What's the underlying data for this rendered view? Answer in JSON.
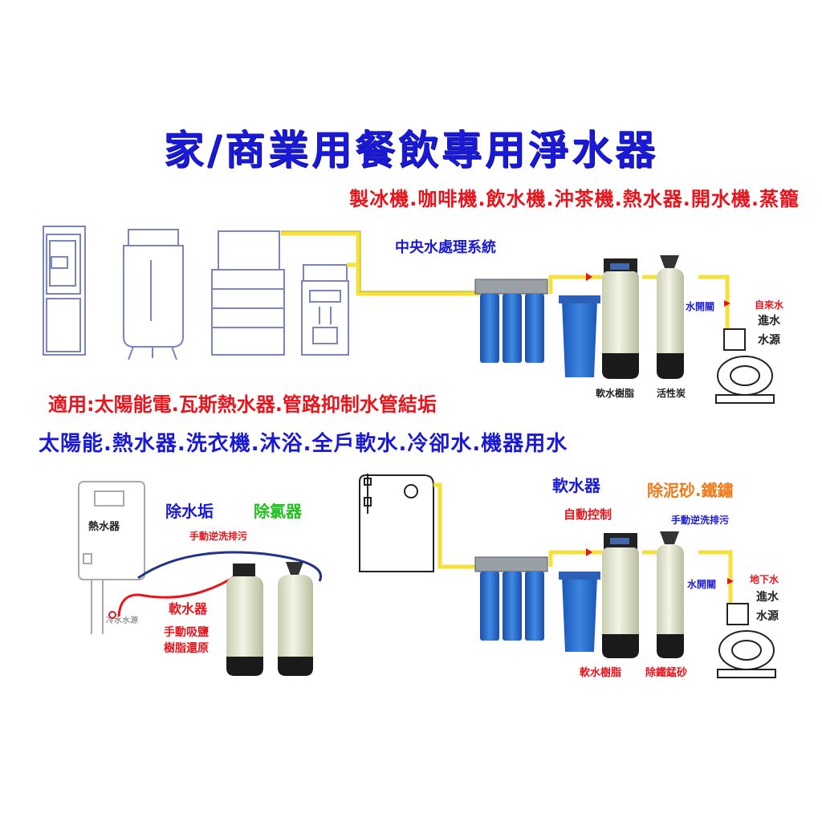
{
  "title": "家/商業用餐飲專用淨水器",
  "subtitle": "製冰機.咖啡機.飲水機.沖茶機.熱水器.開水機.蒸籠",
  "usage": "適用:太陽能電.瓦斯熱水器.管路抑制水管結垢",
  "scope": "太陽能.熱水器.洗衣機.沐浴.全戶軟水.冷卻水.機器用水",
  "central_system": {
    "title": "中央水處理系統",
    "tank_labels": [
      "軟水樹脂",
      "活性炭"
    ],
    "valve_label": "水開關",
    "source_label": "自來水",
    "inlet_lines": [
      "進水",
      "水源"
    ]
  },
  "heater_system": {
    "heater_label": "熱水器",
    "cold_water_label": "冷水水源",
    "descale_label": "除水垢",
    "dechlor_label": "除氯器",
    "manual_backwash": "手動逆洗排污",
    "softener_label": "軟水器",
    "regen_lines": [
      "手動吸鹽",
      "樹脂還原"
    ]
  },
  "groundwater_system": {
    "softener_label": "軟水器",
    "auto_control": "自動控制",
    "sediment_label": "除泥砂.鐵鏽",
    "manual_backwash": "手動逆洗排污",
    "valve_label": "水開關",
    "source_label": "地下水",
    "inlet_lines": [
      "進水",
      "水源"
    ],
    "tank_labels": [
      "軟水樹脂",
      "除鐵錳砂"
    ]
  },
  "colors": {
    "title_blue": "#1a1ad6",
    "accent_red": "#e8141c",
    "accent_green": "#1fbf1f",
    "accent_orange": "#f07a1a",
    "pipe_yellow": "#f5e13a",
    "filter_blue": "#2a6fd0"
  }
}
